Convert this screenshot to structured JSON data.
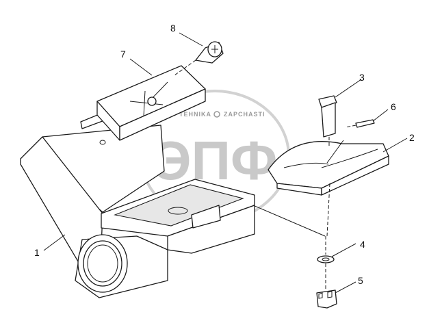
{
  "callouts": [
    {
      "id": "1",
      "label": "1"
    },
    {
      "id": "2",
      "label": "2"
    },
    {
      "id": "3",
      "label": "3"
    },
    {
      "id": "4",
      "label": "4"
    },
    {
      "id": "5",
      "label": "5"
    },
    {
      "id": "6",
      "label": "6"
    },
    {
      "id": "7",
      "label": "7"
    },
    {
      "id": "8",
      "label": "8"
    }
  ],
  "watermark": {
    "logo_text": "ЭПФ",
    "left_text": "TEHNIKA",
    "right_text": "ZAPCHASTI"
  }
}
